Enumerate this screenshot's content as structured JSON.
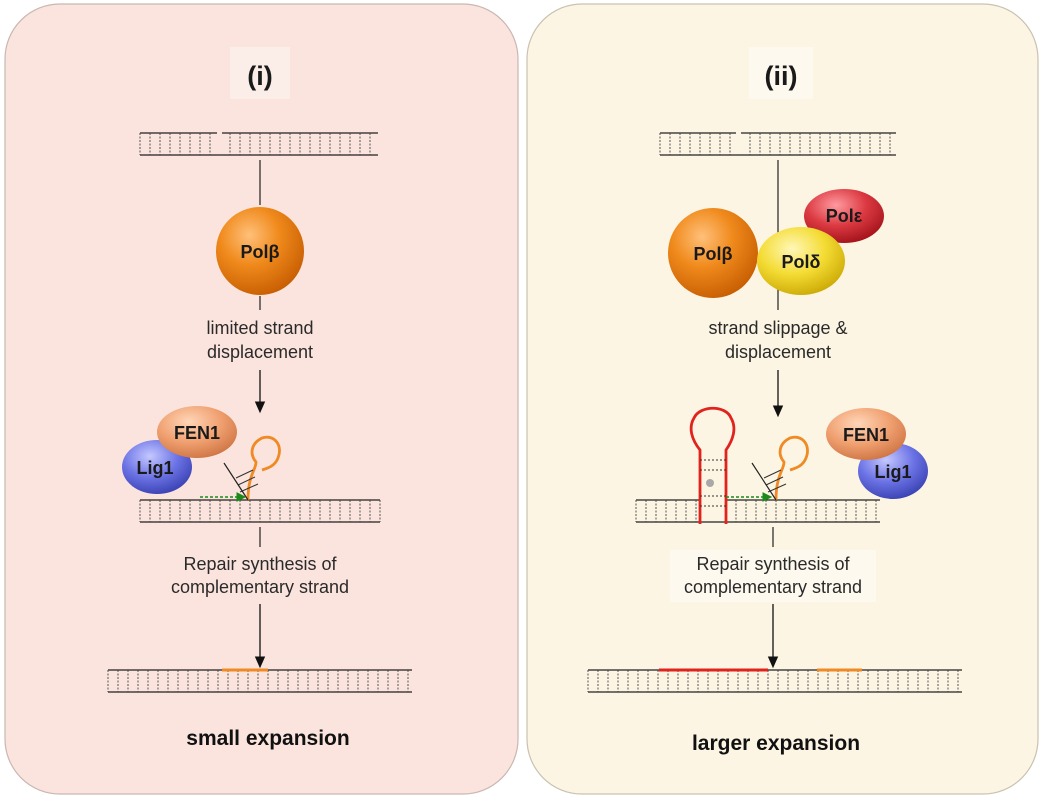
{
  "panels": [
    {
      "id": "i",
      "title": "(i)",
      "bg": "#fbe5df",
      "step1": [
        "limited strand",
        "displacement"
      ],
      "step2": [
        "Repair synthesis of",
        "complementary strand"
      ],
      "result": "small expansion",
      "proteins": [
        "Polβ",
        "FEN1",
        "Lig1"
      ]
    },
    {
      "id": "ii",
      "title": "(ii)",
      "bg": "#fcf6e6",
      "step1": [
        "strand slippage &",
        "displacement"
      ],
      "step2": [
        "Repair synthesis of",
        "complementary strand"
      ],
      "result": "larger expansion",
      "proteins": [
        "Polβ",
        "Polδ",
        "Polε",
        "FEN1",
        "Lig1"
      ]
    }
  ],
  "colors": {
    "polb": "#f07c10",
    "pold": "#f2d82c",
    "pole": "#d63038",
    "fen1": "#ec9a66",
    "lig1": "#5b63dc",
    "hairpin": "#f08a24",
    "large_hairpin": "#e0231c",
    "arrow": "#1a8a1a"
  }
}
